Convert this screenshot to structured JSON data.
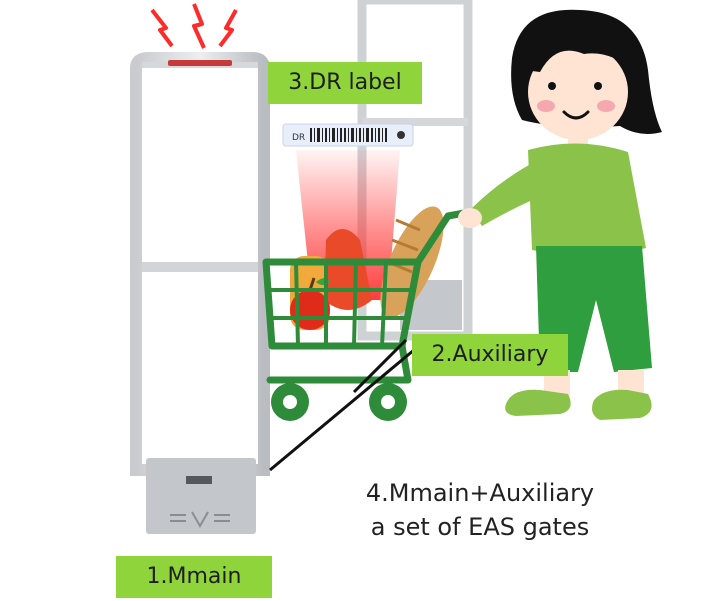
{
  "labels": {
    "dr_label": "3.DR label",
    "auxiliary": "2.Auxiliary",
    "main": "1.Mmain",
    "set_line1": "4.Mmain+Auxiliary",
    "set_line2": "a set of EAS gates"
  },
  "tag_text": "DR",
  "icons": [
    "alarm-spark-icon",
    "barcode-icon"
  ],
  "colors": {
    "label_bg": "#8fd43a",
    "shirt": "#8bc34a",
    "pants": "#2e9e3e",
    "cart": "#2e8b3a",
    "alarm": "#ff2d2d",
    "gate": "#d7d9dc"
  }
}
